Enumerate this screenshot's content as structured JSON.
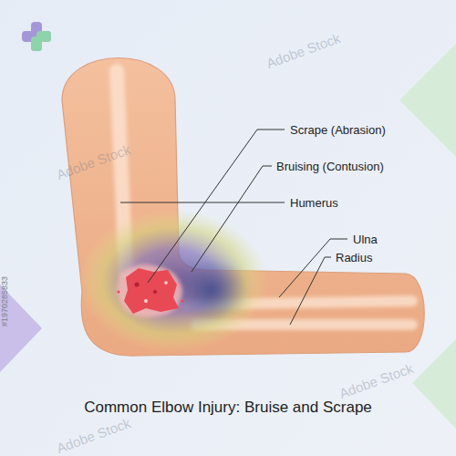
{
  "diagram": {
    "caption": "Common Elbow Injury: Bruise and Scrape",
    "labels": [
      "Scrape (Abrasion)",
      "Bruising (Contusion)",
      "Humerus",
      "Ulna",
      "Radius",
      "#1970285833",
      "Adobe Stock",
      "Adobe Stock",
      "Adobe Stock",
      "Adobe Stock"
    ]
  }
}
